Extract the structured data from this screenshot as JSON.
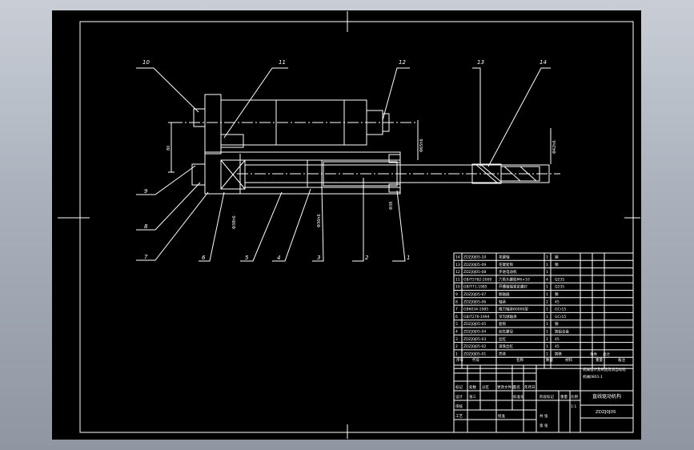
{
  "part_labels": [
    {
      "id": "10",
      "text": "10"
    },
    {
      "id": "11",
      "text": "11"
    },
    {
      "id": "12",
      "text": "12"
    },
    {
      "id": "13",
      "text": "13"
    },
    {
      "id": "14",
      "text": "14"
    },
    {
      "id": "9",
      "text": "9"
    },
    {
      "id": "8",
      "text": "8"
    },
    {
      "id": "7",
      "text": "7"
    },
    {
      "id": "6",
      "text": "6"
    },
    {
      "id": "5",
      "text": "5"
    },
    {
      "id": "4",
      "text": "4"
    },
    {
      "id": "3",
      "text": "3"
    },
    {
      "id": "2",
      "text": "2"
    },
    {
      "id": "1",
      "text": "1"
    }
  ],
  "dimension_labels": {
    "d_left": "80",
    "d_motor": "Φ65h6",
    "d_right": "Φ42h6",
    "d_bottom_a": "Φ38h6",
    "d_bottom_b": "Φ36h6",
    "d_bottom_c": "Φ38"
  },
  "bom_rows": [
    {
      "no": "14",
      "code": "ZDZJ0J05-10",
      "name": "花键轴",
      "qty": "1",
      "material": "钢",
      "note": ""
    },
    {
      "no": "13",
      "code": "ZDZJ0J05-09",
      "name": "花键套筒",
      "qty": "1",
      "material": "钢",
      "note": ""
    },
    {
      "no": "12",
      "code": "ZDZJ0J05-08",
      "name": "步进电动机",
      "qty": "1",
      "material": "",
      "note": ""
    },
    {
      "no": "11",
      "code": "GB/T5782-2000",
      "name": "六角头螺栓M6×10",
      "qty": "4",
      "material": "Q235",
      "note": ""
    },
    {
      "no": "10",
      "code": "GB/T71-1985",
      "name": "开槽锥端紧定螺钉",
      "qty": "1",
      "material": "Q235",
      "note": ""
    },
    {
      "no": "9",
      "code": "ZDZJ0J05-07",
      "name": "联轴器",
      "qty": "1",
      "material": "钢",
      "note": ""
    },
    {
      "no": "8",
      "code": "ZDZJ0J05-06",
      "name": "轴承",
      "qty": "2",
      "material": "45",
      "note": ""
    },
    {
      "no": "7",
      "code": "GB6034-1985",
      "name": "推力轴承60000型",
      "qty": "1",
      "material": "GCr15",
      "note": ""
    },
    {
      "no": "6",
      "code": "GB/T276-1994",
      "name": "深沟球轴承",
      "qty": "1",
      "material": "GCr15",
      "note": ""
    },
    {
      "no": "5",
      "code": "ZDZJ0J05-05",
      "name": "套筒",
      "qty": "1",
      "material": "钢",
      "note": ""
    },
    {
      "no": "4",
      "code": "ZDZJ0J05-04",
      "name": "丝杠螺母",
      "qty": "1",
      "material": "铸铝合金",
      "note": ""
    },
    {
      "no": "3",
      "code": "ZDZJ0J05-03",
      "name": "丝杠",
      "qty": "1",
      "material": "45",
      "note": ""
    },
    {
      "no": "2",
      "code": "ZDZJ0J05-02",
      "name": "滚珠丝杠",
      "qty": "1",
      "material": "45",
      "note": ""
    },
    {
      "no": "1",
      "code": "ZDZJ0J05-01",
      "name": "壳体",
      "qty": "1",
      "material": "铸铁",
      "note": ""
    }
  ],
  "bom_header": {
    "no": "序号",
    "code": "代号",
    "name": "名称",
    "qty": "数量",
    "material": "材料",
    "note_a": "单件",
    "note_b": "总计",
    "weight": "重量",
    "remark": "备注"
  },
  "title_block": {
    "school": "机械设计及制造及其自动化",
    "school_line2": "机械0801-1",
    "drawing_title": "直线驱动机构",
    "drawing_code": "ZDZJ0J05",
    "labels": {
      "mark": "标记",
      "count": "处数",
      "zone": "分区",
      "doc_no": "更改文件号",
      "sign": "签名",
      "date": "年月日",
      "design": "设计",
      "standard": "标准化",
      "stage": "阶段标记",
      "weight": "重量",
      "scale": "比例",
      "check": "审核",
      "process": "工艺",
      "approve": "批准",
      "sheet_total": "共 张",
      "sheet_no": "第 张"
    },
    "designer": "张三",
    "scale_value": "1:1"
  }
}
